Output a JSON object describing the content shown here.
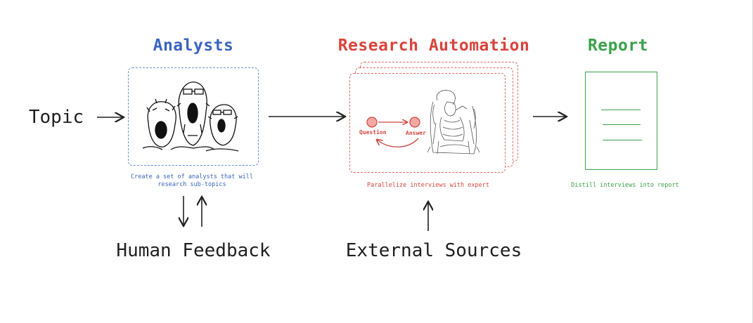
{
  "input": {
    "topic": "Topic"
  },
  "stages": {
    "analysts": {
      "title": "Analysts",
      "caption_line1": "Create a set of analysts that will",
      "caption_line2": "research sub-topics",
      "color": "#3a64c0"
    },
    "research": {
      "title": "Research Automation",
      "caption": "Parallelize interviews with expert",
      "question_label": "Question",
      "answer_label": "Answer",
      "color": "#d9443c"
    },
    "report": {
      "title": "Report",
      "caption": "Distill interviews into report",
      "color": "#3aa24a"
    }
  },
  "feedback": {
    "human": "Human Feedback",
    "external": "External Sources"
  }
}
